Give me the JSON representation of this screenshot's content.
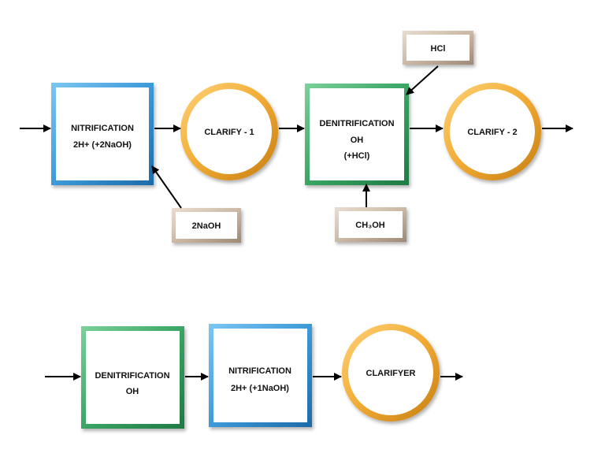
{
  "colors": {
    "nitrification_frame": "#3d9ad8",
    "denitrification_frame": "#3aa564",
    "clarifier_ring": "#f1ab33",
    "additive_box": "#cbb9a6",
    "arrow": "#000000"
  },
  "process_1": {
    "nitrification": {
      "line1": "NITRIFICATION",
      "line2": "2H+ (+2NaOH)"
    },
    "clarify_1": {
      "label": "CLARIFY - 1"
    },
    "denitrification": {
      "line1": "DENITRIFICATION",
      "line2": "OH",
      "line3": "(+HCl)"
    },
    "clarify_2": {
      "label": "CLARIFY - 2"
    },
    "additives": {
      "naoh": "2NaOH",
      "hcl": "HCl",
      "methanol": "CH₃OH"
    }
  },
  "process_2": {
    "denitrification": {
      "line1": "DENITRIFICATION",
      "line2": "OH"
    },
    "nitrification": {
      "line1": "NITRIFICATION",
      "line2": "2H+ (+1NaOH)"
    },
    "clarifier": {
      "label": "CLARIFYER"
    }
  }
}
